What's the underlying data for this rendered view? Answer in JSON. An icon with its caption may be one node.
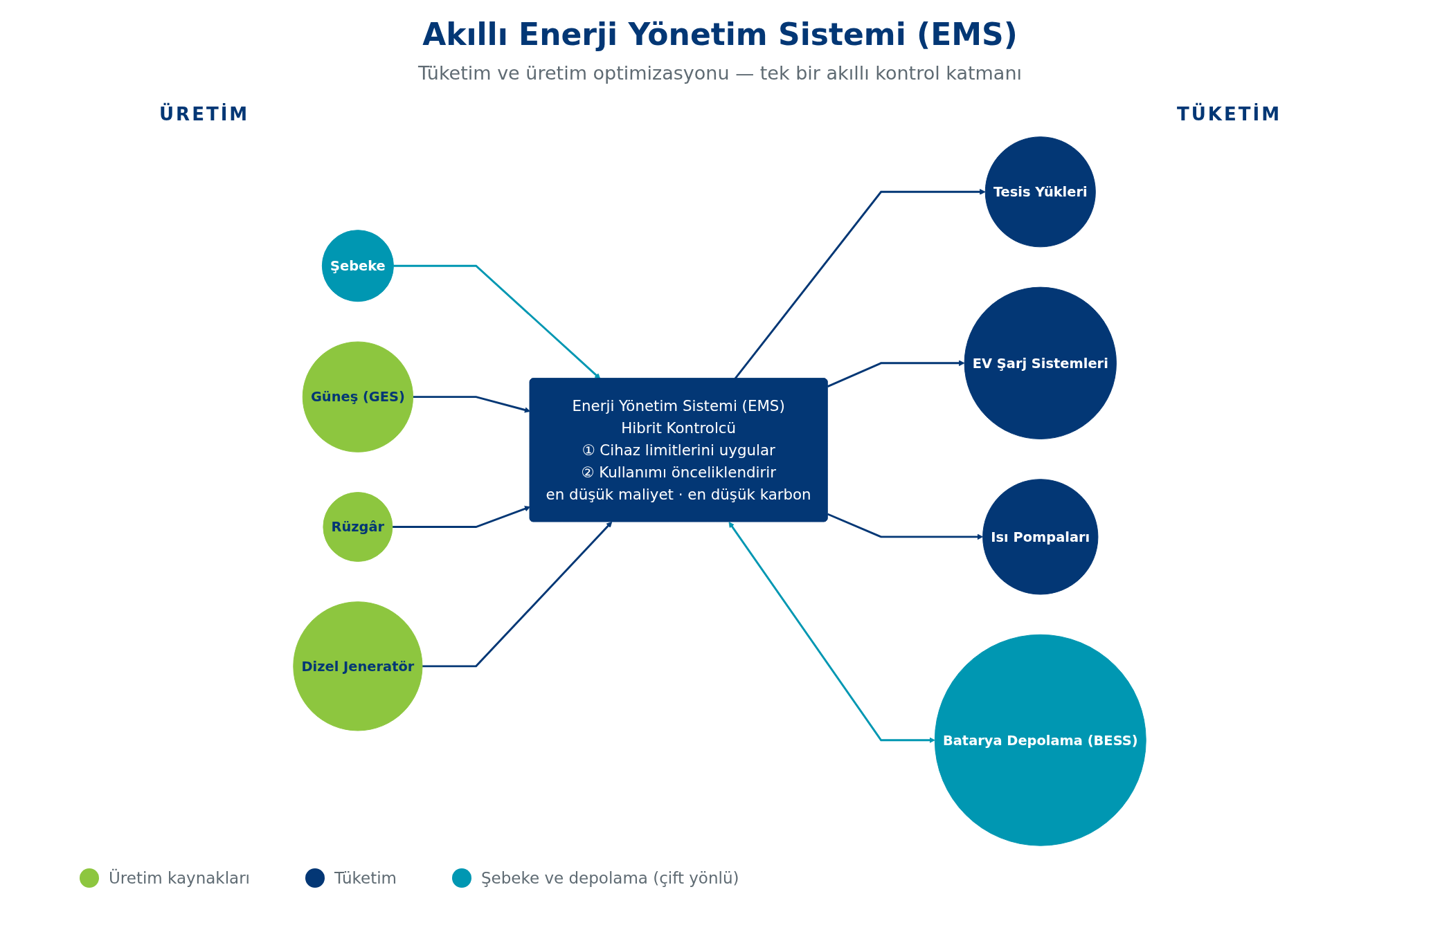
{
  "diagram": {
    "title": "Akıllı Enerji Yönetim Sistemi (EMS)",
    "caption": "Tüketim ve üretim optimizasyonu — tek bir akıllı kontrol katmanı",
    "nodes": [
      {
        "text": [
          "Şebeke"
        ]
      },
      {
        "text": [
          "Güneş (GES)"
        ]
      },
      {
        "text": [
          "Rüzgâr"
        ]
      },
      {
        "text": [
          "Dizel Jeneratör"
        ]
      },
      {
        "text": [
          "Enerji Yönetim Sistemi (EMS)",
          "Hibrit Kontrolcü",
          "① Cihaz limitlerini uygular",
          "② Kullanımı önceliklendirir",
          "en düşük maliyet · en düşük karbon"
        ]
      },
      {
        "text": [
          "Tesis Yükleri"
        ]
      },
      {
        "text": [
          "EV Şarj Sistemleri"
        ]
      },
      {
        "text": [
          "Isı Pompaları"
        ]
      },
      {
        "text": [
          "Batarya Depolama (BESS)"
        ]
      }
    ],
    "edges": [
      {
        "from": 0,
        "to": 4,
        "arrow": "to",
        "color": "#0097b2"
      },
      {
        "from": 1,
        "to": 4,
        "arrow": "to"
      },
      {
        "from": 2,
        "to": 4,
        "arrow": "to"
      },
      {
        "from": 3,
        "to": 4,
        "arrow": "to"
      },
      {
        "from": 4,
        "to": 5,
        "arrow": "to"
      },
      {
        "from": 4,
        "to": 6,
        "arrow": "to"
      },
      {
        "from": 4,
        "to": 7,
        "arrow": "to"
      },
      {
        "from": 4,
        "to": 8,
        "arrow": "both",
        "color": "#0097b2"
      }
    ],
    "labels": [
      "ÜRETİM",
      "TÜKETİM"
    ],
    "legend": [
      {
        "text": "Üretim kaynakları",
        "color": "#8dc63f"
      },
      {
        "text": "Tüketim",
        "color": "#033775"
      },
      {
        "text": "Şebeke ve depolama (çift yönlü)",
        "color": "#0097b2"
      }
    ]
  }
}
